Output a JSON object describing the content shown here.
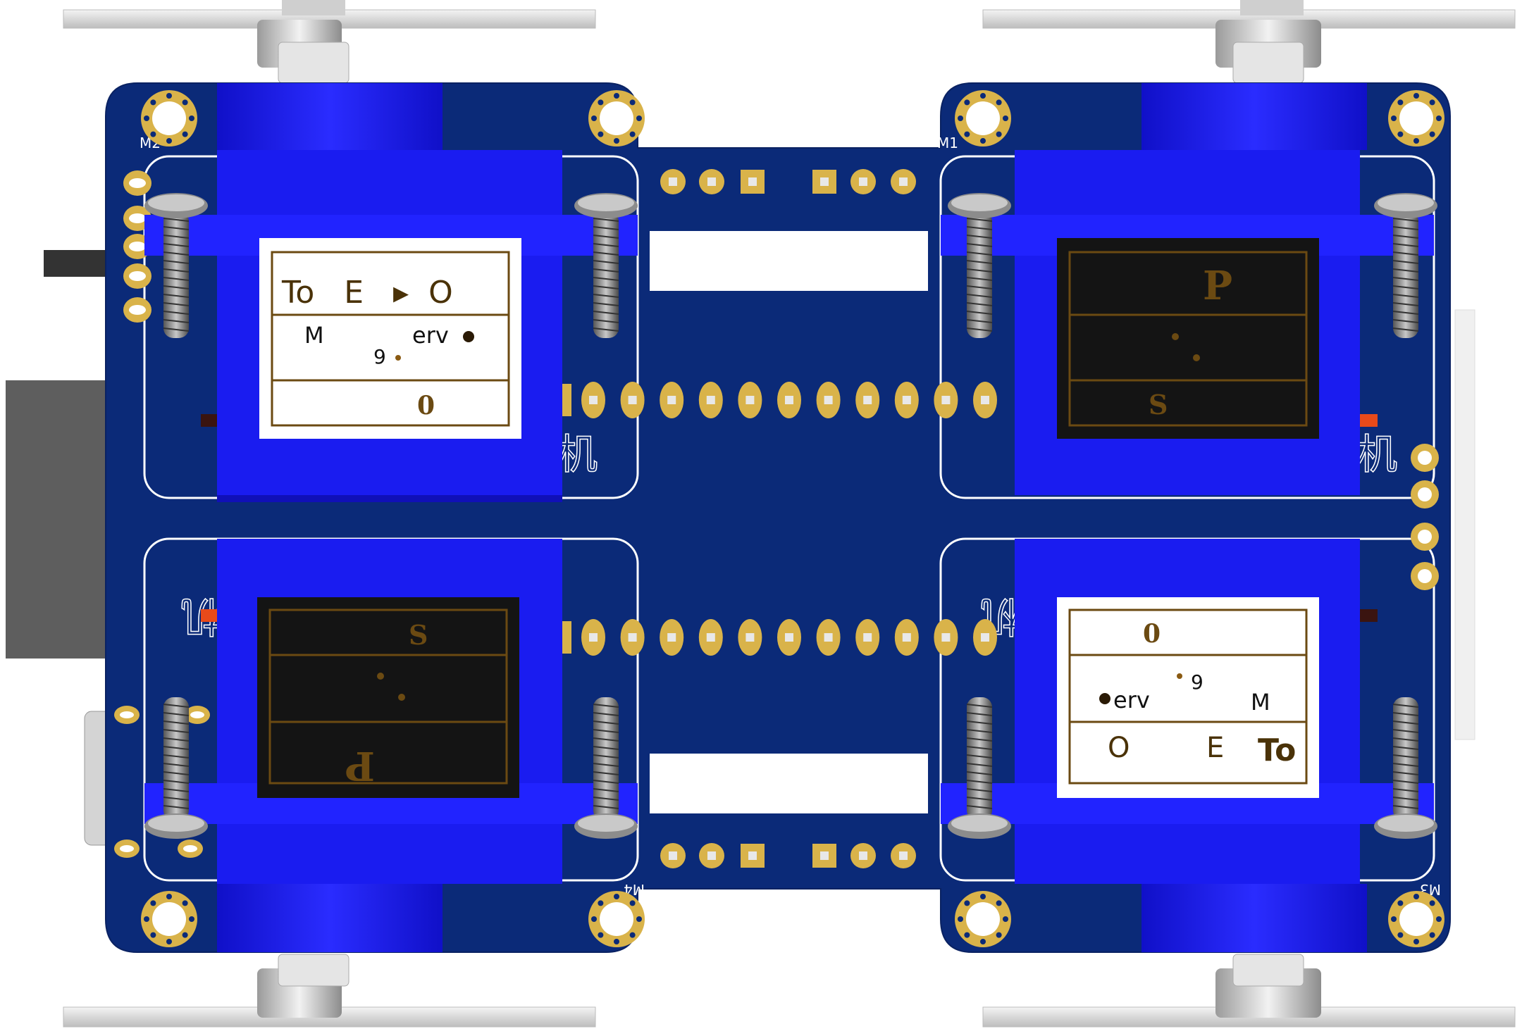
{
  "colors": {
    "pcb": "#0b2a78",
    "pcb_edge": "#0a2262",
    "servo_blue": "#1a1cf0",
    "servo_blue_dark": "#0d0fb8",
    "gold": "#d9b34a",
    "silk": "#ffffff",
    "label_brown": "#6b4a12",
    "label_dark": "#141414",
    "connector_gray": "#5a5a5a",
    "red_led": "#e84a1a"
  },
  "servo_top_left": {
    "row1": "To   E   ▸  O",
    "row2a": "M",
    "row2b": "erv",
    "row2c": "9",
    "row3": "0"
  },
  "servo_top_right": {
    "row1": "P",
    "row3": "S"
  },
  "servo_bottom_left": {
    "row1": "S",
    "row3": "P"
  },
  "servo_bottom_right": {
    "row1": "0",
    "row2a": "9",
    "row2b": "erv",
    "row2c": "M",
    "row3a": "O",
    "row3b": "E",
    "row3c": "To"
  },
  "silkscreen": {
    "m1": "M1",
    "m2": "M2",
    "m3": "M3",
    "m4": "M4",
    "char": "机"
  },
  "icons": [
    "mounting-hole-icon",
    "screw-icon",
    "pin-header-icon",
    "wheel-icon"
  ]
}
